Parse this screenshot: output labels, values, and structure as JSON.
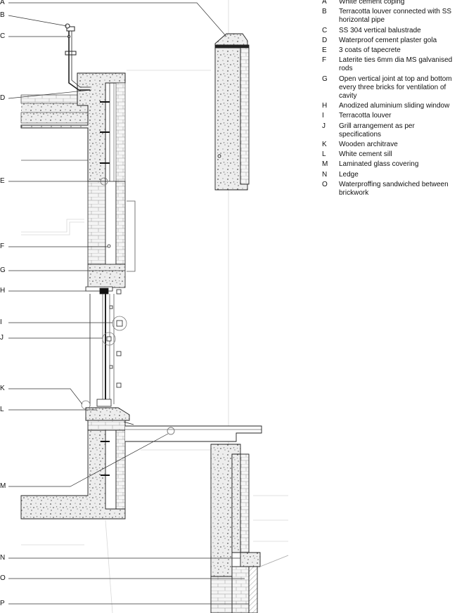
{
  "legend": [
    {
      "key": "A",
      "text": "White cement coping"
    },
    {
      "key": "B",
      "text": "Terracotta louver connected with SS horizontal pipe"
    },
    {
      "key": "C",
      "text": "SS 304 vertical balustrade"
    },
    {
      "key": "D",
      "text": "Waterproof cement plaster gola"
    },
    {
      "key": "E",
      "text": "3 coats of tapecrete"
    },
    {
      "key": "F",
      "text": "Laterite ties 6mm dia MS galvanised rods"
    },
    {
      "key": "G",
      "text": "Open vertical joint at top and bottom every three bricks for ventilation of cavity"
    },
    {
      "key": "H",
      "text": "Anodized aluminium sliding window"
    },
    {
      "key": "I",
      "text": "Terracotta louver"
    },
    {
      "key": "J",
      "text": "Grill arrangement as per specifications"
    },
    {
      "key": "K",
      "text": "Wooden architrave"
    },
    {
      "key": "L",
      "text": "White cement sill"
    },
    {
      "key": "M",
      "text": "Laminated glass covering"
    },
    {
      "key": "N",
      "text": "Ledge"
    },
    {
      "key": "O",
      "text": "Waterproffing sandwiched between brickwork"
    }
  ],
  "markers": [
    "A",
    "B",
    "C",
    "D",
    "E",
    "F",
    "G",
    "H",
    "I",
    "J",
    "K",
    "L",
    "M",
    "N",
    "O",
    "P"
  ],
  "colors": {
    "line": "#222222",
    "faint": "#c8c8c8",
    "brick": "#f2f2f2"
  }
}
